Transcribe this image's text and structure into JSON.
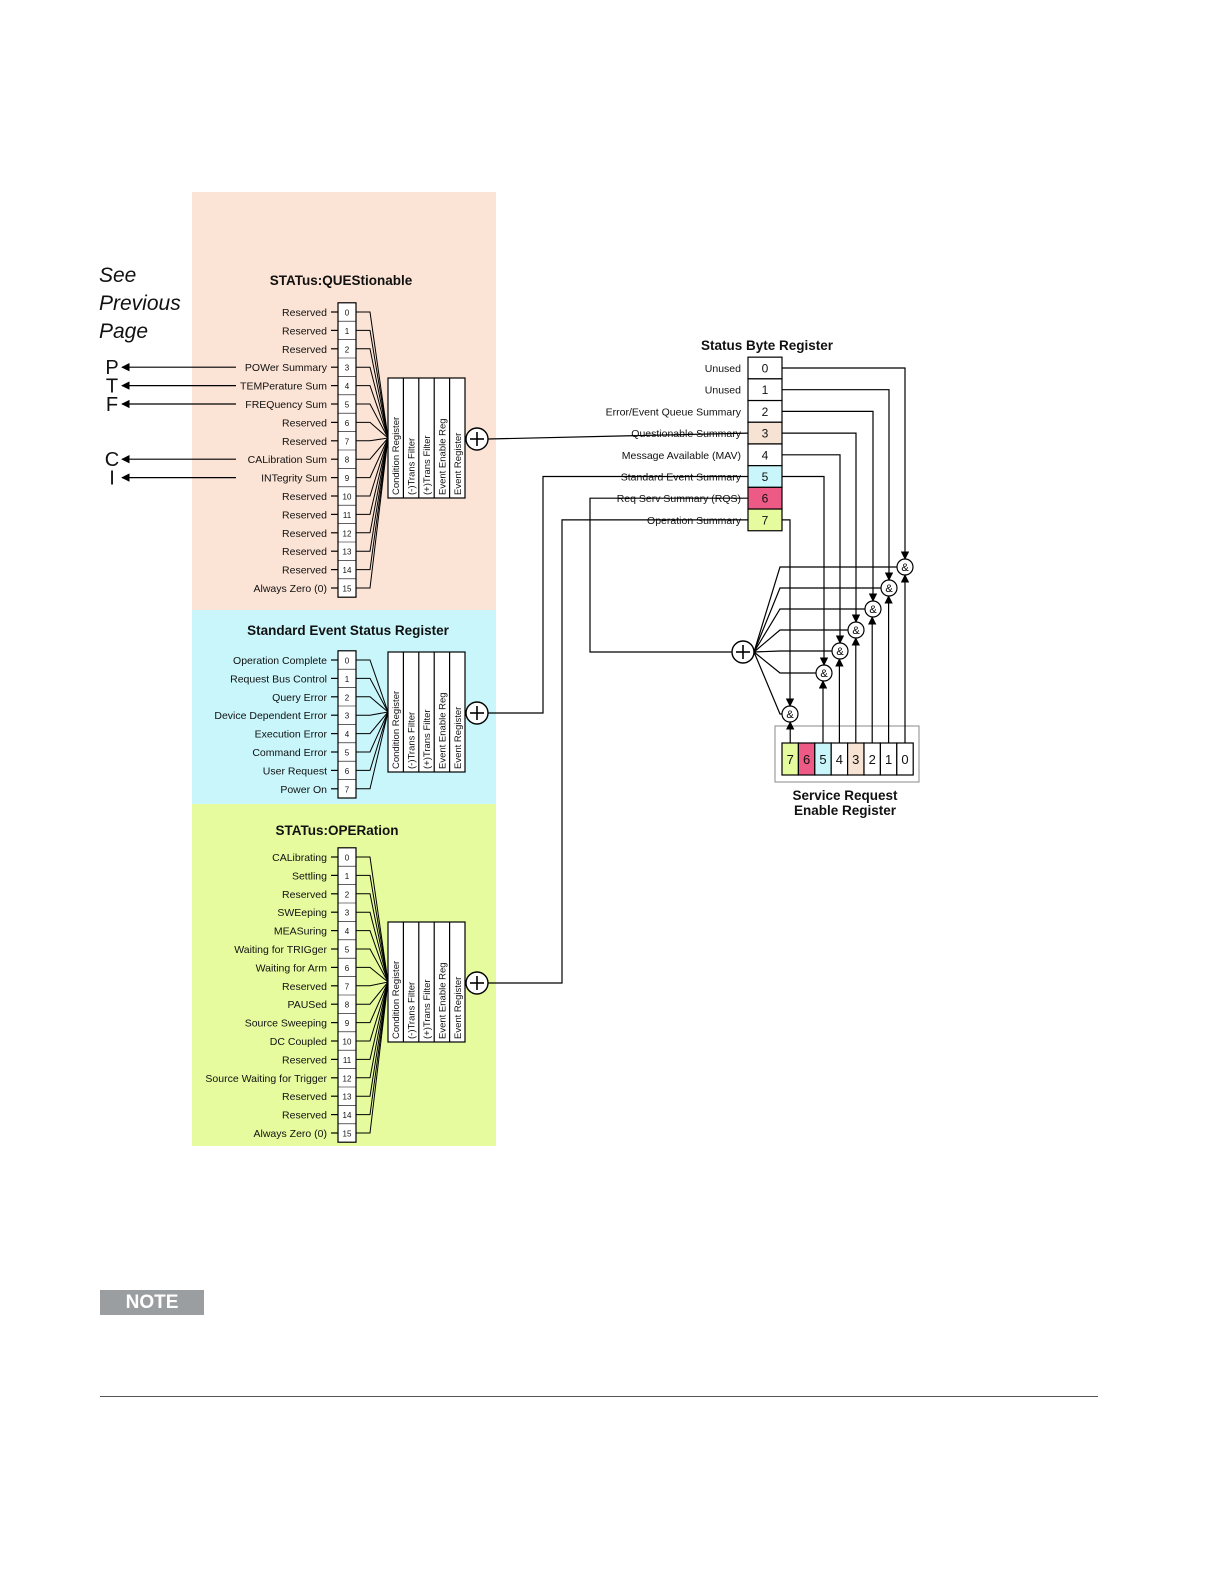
{
  "see_previous_page": [
    "See",
    "Previous",
    "Page"
  ],
  "left_arrows": [
    {
      "letter": "P",
      "bit": 3
    },
    {
      "letter": "T",
      "bit": 4
    },
    {
      "letter": "F",
      "bit": 5
    },
    {
      "letter": "C",
      "bit": 8
    },
    {
      "letter": "I",
      "bit": 9
    }
  ],
  "filter_labels": [
    "Condition Register",
    "(-)Trans Filter",
    "(+)Trans Filter",
    "Event Enable Reg",
    "Event Register"
  ],
  "questionable": {
    "title": "STATus:QUEStionable",
    "bits": [
      "Reserved",
      "Reserved",
      "Reserved",
      "POWer Summary",
      "TEMPerature Sum",
      "FREQuency Sum",
      "Reserved",
      "Reserved",
      "CALibration Sum",
      "INTegrity Sum",
      "Reserved",
      "Reserved",
      "Reserved",
      "Reserved",
      "Reserved",
      "Always Zero (0)"
    ]
  },
  "standard_event": {
    "title": "Standard Event Status Register",
    "bits": [
      "Operation Complete",
      "Request Bus Control",
      "Query Error",
      "Device Dependent Error",
      "Execution Error",
      "Command Error",
      "User Request",
      "Power On"
    ]
  },
  "operation": {
    "title": "STATus:OPERation",
    "bits": [
      "CALibrating",
      "Settling",
      "Reserved",
      "SWEeping",
      "MEASuring",
      "Waiting for TRIGger",
      "Waiting for Arm",
      "Reserved",
      "PAUSed",
      "Source Sweeping",
      "DC Coupled",
      "Reserved",
      "Source Waiting for Trigger",
      "Reserved",
      "Reserved",
      "Always Zero (0)"
    ]
  },
  "status_byte": {
    "title": "Status Byte Register",
    "bits": [
      "Unused",
      "Unused",
      "Error/Event Queue Summary",
      "Questionable Summary",
      "Message Available (MAV)",
      "Standard Event Summary",
      "Req Serv Summary (RQS)",
      "Operation Summary"
    ]
  },
  "service_request": {
    "title_line1": "Service Request",
    "title_line2": "Enable Register",
    "bits": [
      "7",
      "6",
      "5",
      "4",
      "3",
      "2",
      "1",
      "0"
    ]
  },
  "symbols": {
    "or": "+",
    "and": "&"
  },
  "colors": {
    "questionable_bg": "#fbe3d5",
    "standard_event_bg": "#c8f6fb",
    "operation_bg": "#e6fb9e",
    "bit_questionable": "#f6e3d4",
    "bit_standard_event": "#c8f6fb",
    "bit_rqs": "#ee5a86",
    "bit_operation": "#e6fb9e"
  },
  "note_label": "NOTE"
}
